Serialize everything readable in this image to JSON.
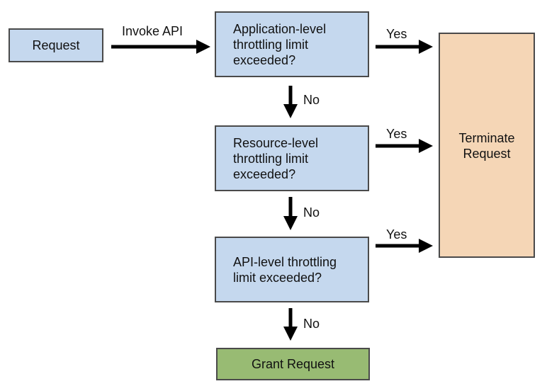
{
  "nodes": {
    "request": {
      "label": "Request"
    },
    "app_check": {
      "lines": [
        "Application-level",
        "throttling limit",
        "exceeded?"
      ]
    },
    "resource_check": {
      "lines": [
        "Resource-level",
        "throttling limit",
        "exceeded?"
      ]
    },
    "api_check": {
      "lines": [
        "API-level throttling",
        "limit exceeded?"
      ]
    },
    "terminate": {
      "lines": [
        "Terminate",
        "Request"
      ]
    },
    "grant": {
      "label": "Grant Request"
    }
  },
  "edges": {
    "invoke_label": "Invoke API",
    "yes_label": "Yes",
    "no_label": "No"
  },
  "colors": {
    "decision_fill": "#c5d8ee",
    "grant_fill": "#98bb73",
    "terminate_fill": "#f5d6b6",
    "arrow": "#000000"
  }
}
